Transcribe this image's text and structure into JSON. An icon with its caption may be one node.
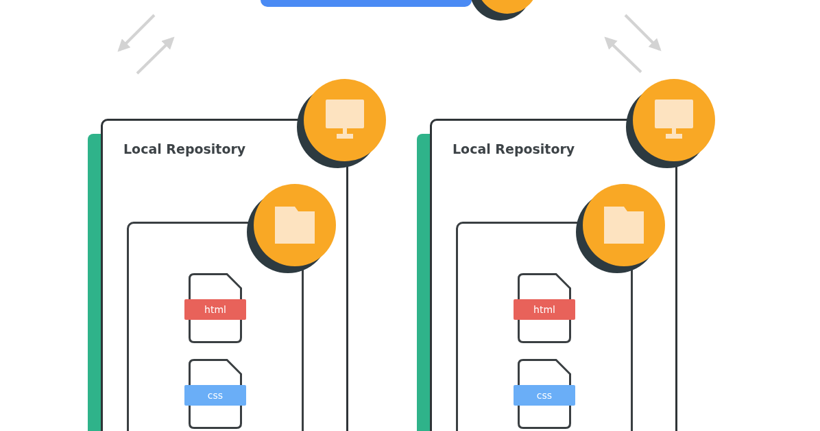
{
  "diagram": {
    "nodes": [
      {
        "text": [],
        "shape": "bar"
      },
      {
        "text": [
          "Local Repository"
        ]
      },
      {
        "text": [],
        "shape": "box",
        "in": 1
      },
      {
        "text": [
          "html"
        ],
        "in": 2
      },
      {
        "text": [
          "css"
        ],
        "in": 2
      },
      {
        "text": [
          "Local Repository"
        ]
      },
      {
        "text": [],
        "shape": "box",
        "in": 5
      },
      {
        "text": [
          "html"
        ],
        "in": 6
      },
      {
        "text": [
          "css"
        ],
        "in": 6
      }
    ]
  }
}
